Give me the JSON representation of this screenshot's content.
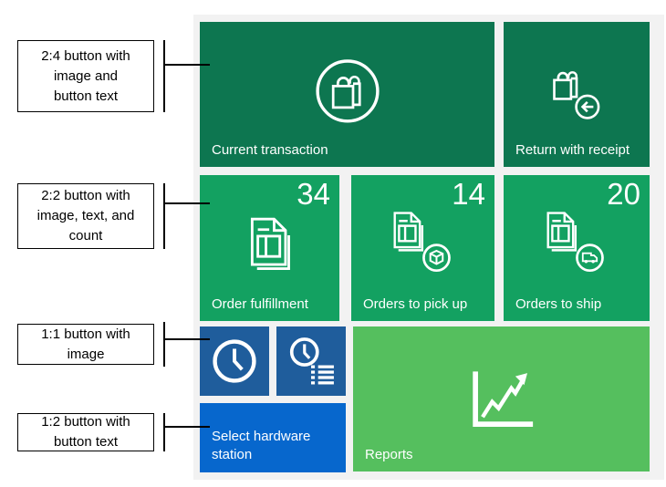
{
  "colors": {
    "page_bg": "#ffffff",
    "panel_bg": "#f2f2f2",
    "tile_dark_green": "#0d7650",
    "tile_green": "#13a161",
    "tile_light_green": "#55bf5e",
    "tile_dark_blue": "#1f5d9c",
    "tile_bright_blue": "#0767cd",
    "tile_text": "#ffffff",
    "annotation_text": "#000000",
    "annotation_border": "#000000"
  },
  "annotations": [
    {
      "label": "2:4 button with\nimage and\nbutton text"
    },
    {
      "label": "2:2 button with\nimage, text, and\ncount"
    },
    {
      "label": "1:1 button with\nimage"
    },
    {
      "label": "1:2 button with\nbutton text"
    }
  ],
  "tiles": {
    "current_transaction": {
      "label": "Current transaction",
      "icon": "shopping-bag-in-circle-icon"
    },
    "return_with_receipt": {
      "label": "Return with receipt",
      "icon": "shopping-bag-return-arrow-icon"
    },
    "order_fulfillment": {
      "label": "Order fulfillment",
      "count": "34",
      "icon": "order-documents-icon"
    },
    "orders_to_pick_up": {
      "label": "Orders to pick up",
      "count": "14",
      "icon": "order-documents-package-icon"
    },
    "orders_to_ship": {
      "label": "Orders to ship",
      "count": "20",
      "icon": "order-documents-truck-icon"
    },
    "clock": {
      "icon": "clock-icon"
    },
    "clock_list": {
      "icon": "clock-list-icon"
    },
    "select_hardware_station": {
      "label": "Select hardware station"
    },
    "reports": {
      "label": "Reports",
      "icon": "chart-trend-arrow-icon"
    }
  }
}
